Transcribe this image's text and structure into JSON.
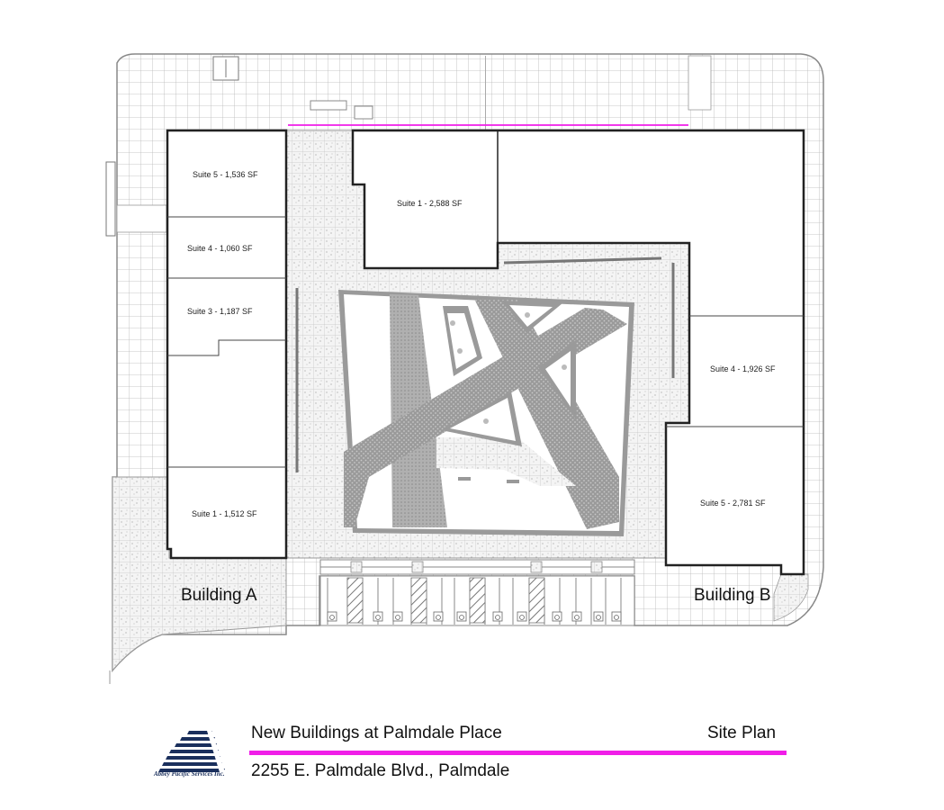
{
  "plan": {
    "building_a": {
      "label": "Building A",
      "suites": {
        "s5": "Suite 5 - 1,536 SF",
        "s4": "Suite 4 - 1,060 SF",
        "s3": "Suite 3 - 1,187 SF",
        "s1": "Suite 1 - 1,512 SF"
      }
    },
    "building_b": {
      "label": "Building B",
      "suites": {
        "s1": "Suite 1 - 2,588 SF",
        "s4": "Suite 4 - 1,926 SF",
        "s5": "Suite 5 - 2,781 SF"
      }
    }
  },
  "title_block": {
    "project_title": "New Buildings at Palmdale Place",
    "sheet_title": "Site Plan",
    "address": "2255 E. Palmdale Blvd., Palmdale",
    "company": "Abbey Pacific Services Inc.",
    "accent_color": "#f01ee8",
    "logo_color": "#1a2f5c"
  }
}
